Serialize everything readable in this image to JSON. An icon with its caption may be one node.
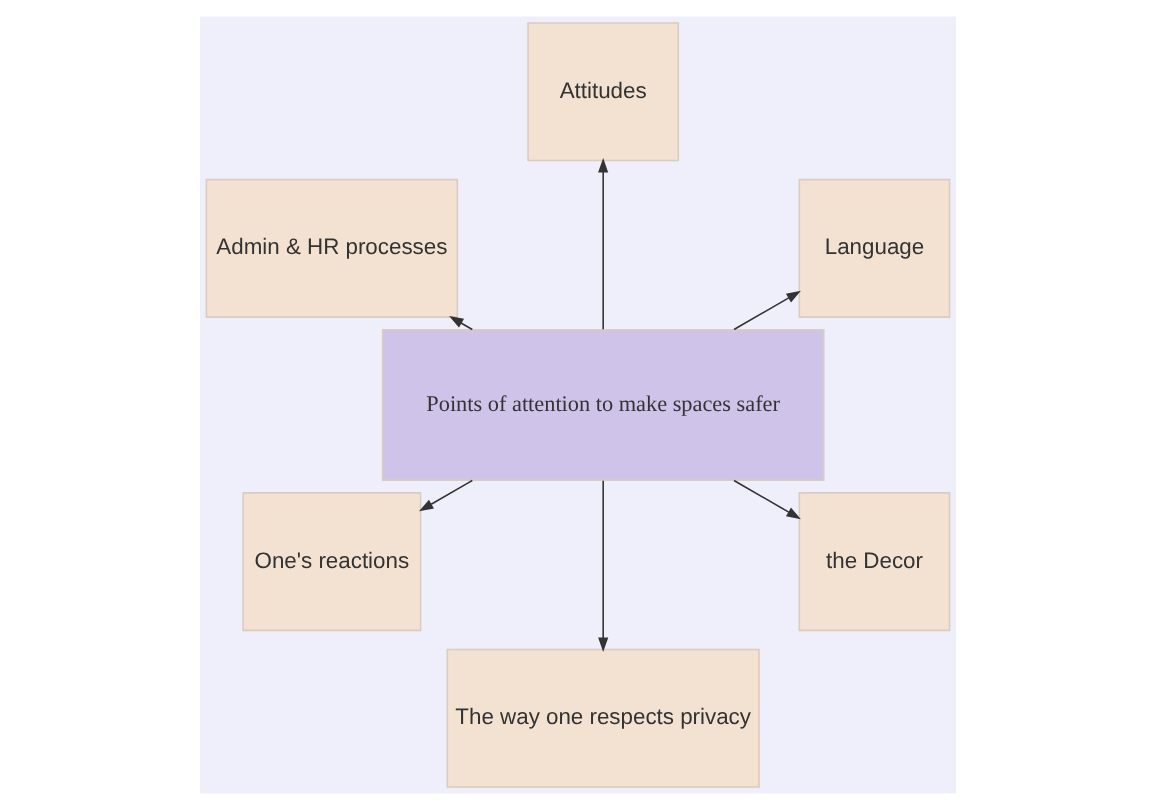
{
  "diagram": {
    "nodes": [
      {
        "text": [
          "Points of attention to make spaces safer"
        ]
      },
      {
        "text": [
          "Language"
        ]
      },
      {
        "text": [
          "Attitudes"
        ]
      },
      {
        "text": [
          "Admin & HR processes"
        ]
      },
      {
        "text": [
          "One's reactions"
        ]
      },
      {
        "text": [
          "The way one respects privacy"
        ]
      },
      {
        "text": [
          "the Decor"
        ]
      }
    ],
    "edges": [
      {
        "from": 0,
        "to": 1,
        "arrow": "to"
      },
      {
        "from": 0,
        "to": 2,
        "arrow": "to"
      },
      {
        "from": 0,
        "to": 3,
        "arrow": "to"
      },
      {
        "from": 0,
        "to": 4,
        "arrow": "to"
      },
      {
        "from": 0,
        "to": 5,
        "arrow": "to"
      },
      {
        "from": 0,
        "to": 6,
        "arrow": "to"
      }
    ]
  }
}
